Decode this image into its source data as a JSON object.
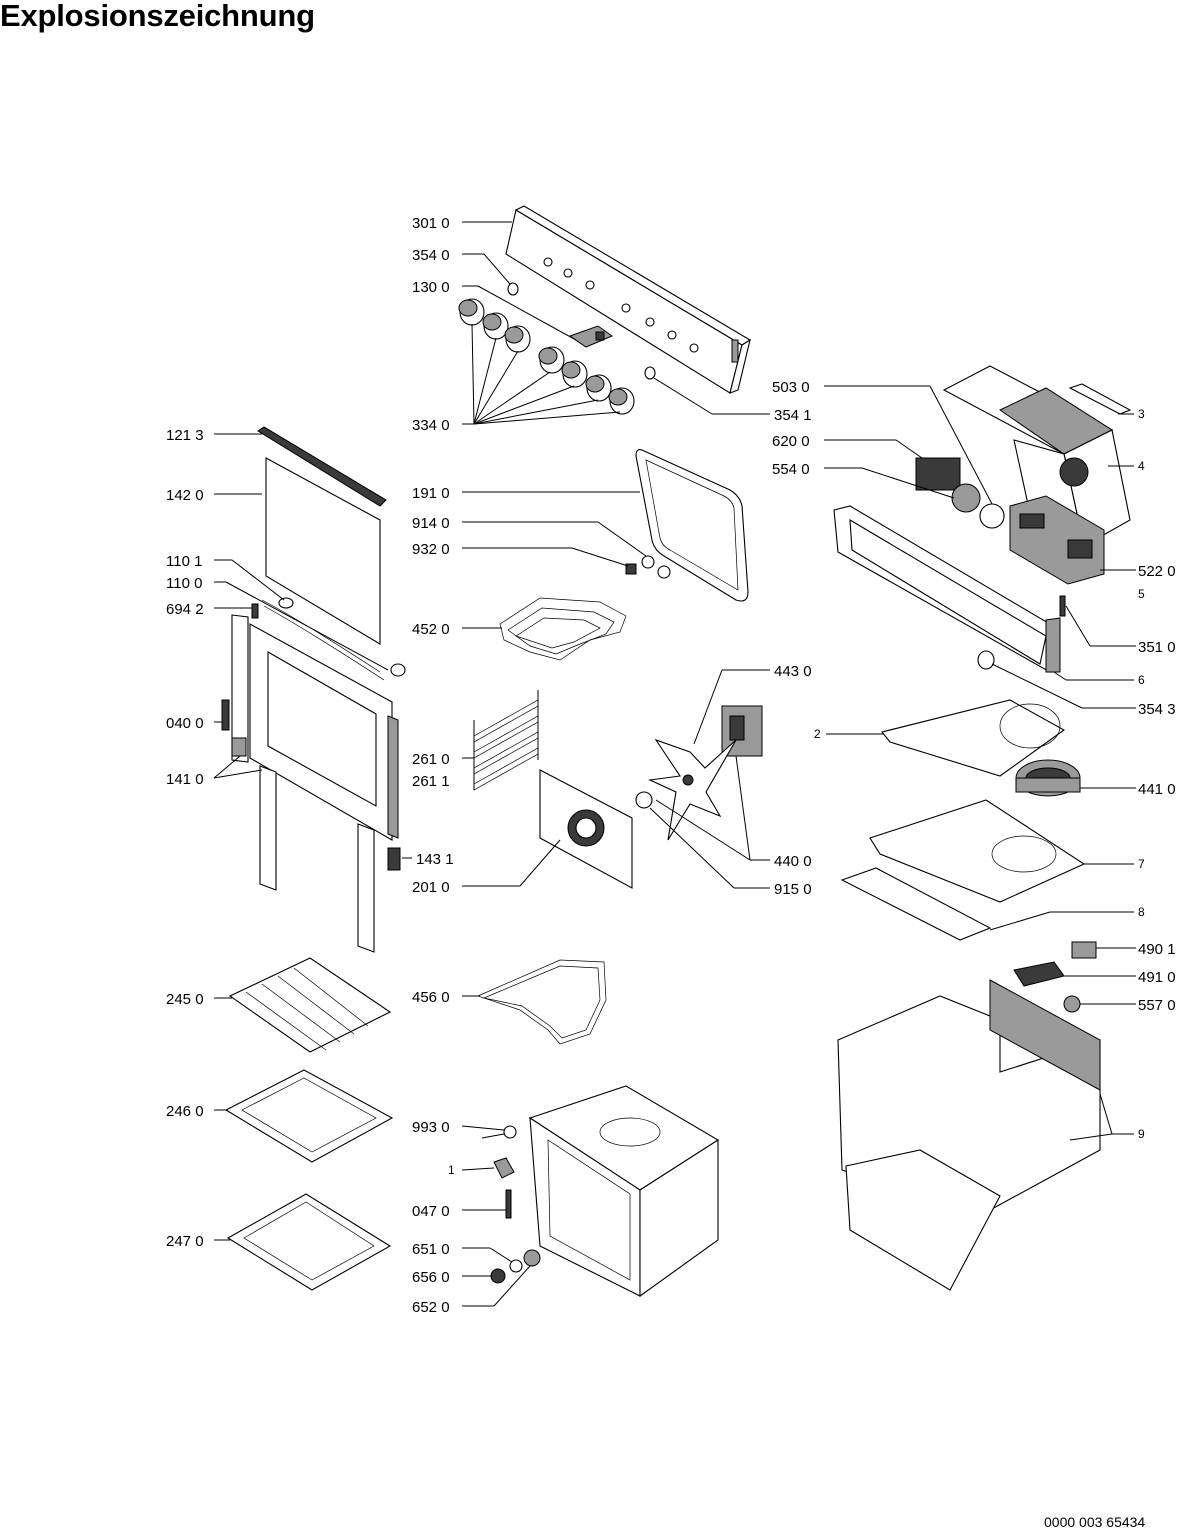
{
  "title": "Explosionszeichnung",
  "document_number": "0000 003 65434",
  "labels": {
    "l3010": "301 0",
    "l3540": "354 0",
    "l1300": "130 0",
    "l3340": "334 0",
    "l3541": "354 1",
    "l1213": "121 3",
    "l1420": "142 0",
    "l1101": "110 1",
    "l1100": "110 0",
    "l6942": "694 2",
    "l0400": "040 0",
    "l1410": "141 0",
    "l1910": "191 0",
    "l9140": "914 0",
    "l9320": "932 0",
    "l4520": "452 0",
    "l2610": "261 0",
    "l2611": "261 1",
    "l1431": "143 1",
    "l2010": "201 0",
    "l4430": "443 0",
    "l4400": "440 0",
    "l9150": "915 0",
    "l5030": "503 0",
    "l6200": "620 0",
    "l5540": "554 0",
    "l3": "3",
    "l4": "4",
    "l5220": "522 0",
    "l5": "5",
    "l3510": "351 0",
    "l6": "6",
    "l3543": "354 3",
    "l2": "2",
    "l4410": "441 0",
    "l7": "7",
    "l8": "8",
    "l2450": "245 0",
    "l4560": "456 0",
    "l4901": "490 1",
    "l4910": "491 0",
    "l5570": "557 0",
    "l2460": "246 0",
    "l9930": "993 0",
    "l1": "1",
    "l0470": "047 0",
    "l9": "9",
    "l2470": "247 0",
    "l6510": "651 0",
    "l6560": "656 0",
    "l6520": "652 0"
  }
}
